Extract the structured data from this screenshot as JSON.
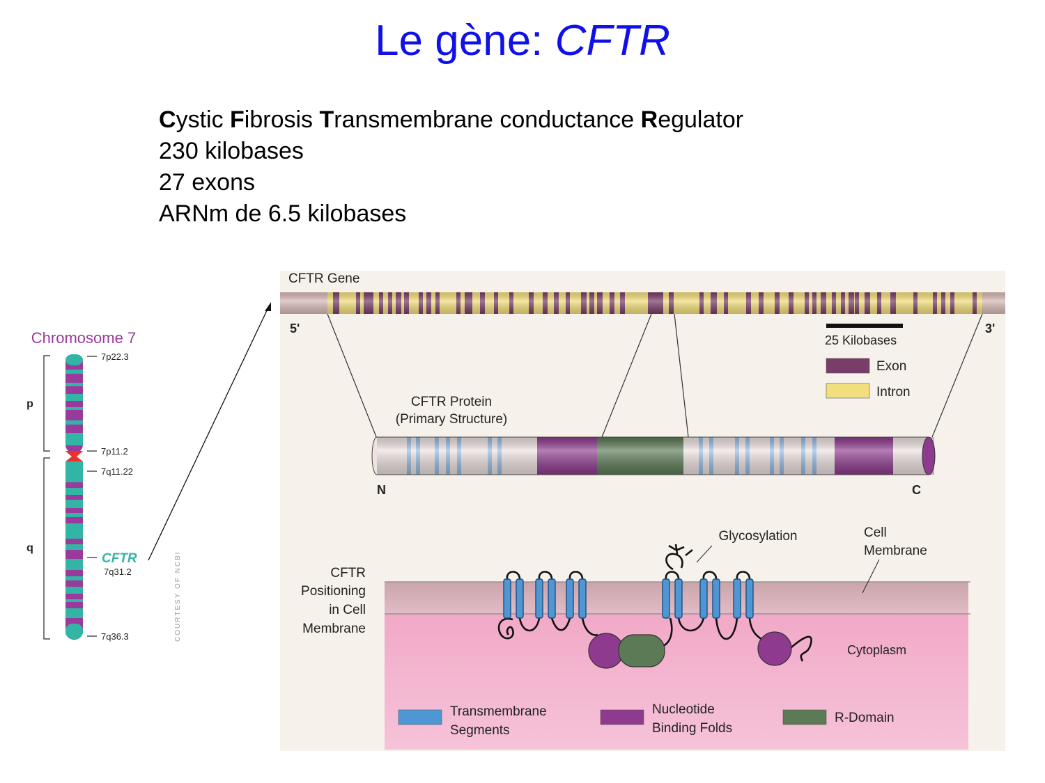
{
  "slide": {
    "title_prefix": "Le gène: ",
    "title_gene": "CFTR",
    "facts": {
      "acronym": [
        {
          "bold": "C",
          "rest": "ystic "
        },
        {
          "bold": "F",
          "rest": "ibrosis "
        },
        {
          "bold": "T",
          "rest": "ransmembrane conductance "
        },
        {
          "bold": "R",
          "rest": "egulator"
        }
      ],
      "lines": [
        "230 kilobases",
        "27 exons",
        "ARNm de 6.5 kilobases"
      ]
    }
  },
  "chromosome": {
    "title": "Chromosome 7",
    "arm_p": "p",
    "arm_q": "q",
    "bands": [
      "7p22.3",
      "7p11.2",
      "7q11.22",
      "7q36.3"
    ],
    "gene_label": "CFTR",
    "gene_band": "7q31.2",
    "credit": "COURTESY OF NCBI",
    "colors": {
      "band_a": "#9a3a9c",
      "band_b": "#33b5a6",
      "centromere": "#e8322b",
      "gene_label": "#33b5a6"
    }
  },
  "figure": {
    "gene_label": "CFTR Gene",
    "end_5": "5'",
    "end_3": "3'",
    "scale_label": "25 Kilobases",
    "legend_top": [
      {
        "label": "Exon",
        "color": "#7a3d6a"
      },
      {
        "label": "Intron",
        "color": "#f2de7c"
      }
    ],
    "protein_label_1": "CFTR Protein",
    "protein_label_2": "(Primary Structure)",
    "terminus_n": "N",
    "terminus_c": "C",
    "glycosylation": "Glycosylation",
    "cell_membrane_1": "Cell",
    "cell_membrane_2": "Membrane",
    "positioning": [
      "CFTR",
      "Positioning",
      "in Cell",
      "Membrane"
    ],
    "cytoplasm": "Cytoplasm",
    "legend_bottom": [
      {
        "label_1": "Transmembrane",
        "label_2": "Segments",
        "color": "#4f97d4"
      },
      {
        "label_1": "Nucleotide",
        "label_2": "Binding Folds",
        "color": "#8e3a8e"
      },
      {
        "label_1": "R-Domain",
        "label_2": "",
        "color": "#5c7a55"
      }
    ]
  }
}
